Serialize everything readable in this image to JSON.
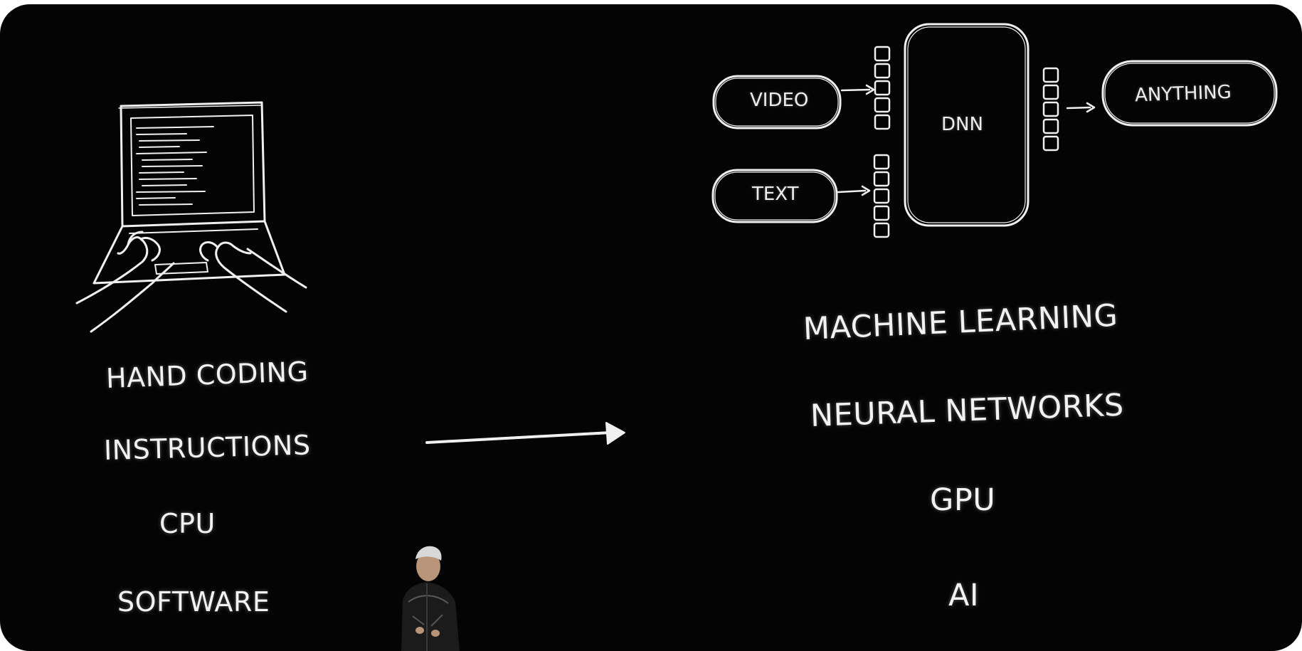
{
  "colors": {
    "background": "#040404",
    "chalk": "#f2f2f2",
    "frame": "#ffffff"
  },
  "left_column": {
    "illustration": "laptop-typing-icon",
    "terms": [
      "HAND CODING",
      "INSTRUCTIONS",
      "CPU",
      "SOFTWARE"
    ]
  },
  "transition_arrow": "arrow-right-icon",
  "diagram": {
    "inputs": [
      "VIDEO",
      "TEXT"
    ],
    "model": "DNN",
    "output": "ANYTHING"
  },
  "right_column": {
    "terms": [
      "MACHINE LEARNING",
      "NEURAL NETWORKS",
      "GPU",
      "AI"
    ]
  },
  "presenter": "presenter-figure"
}
